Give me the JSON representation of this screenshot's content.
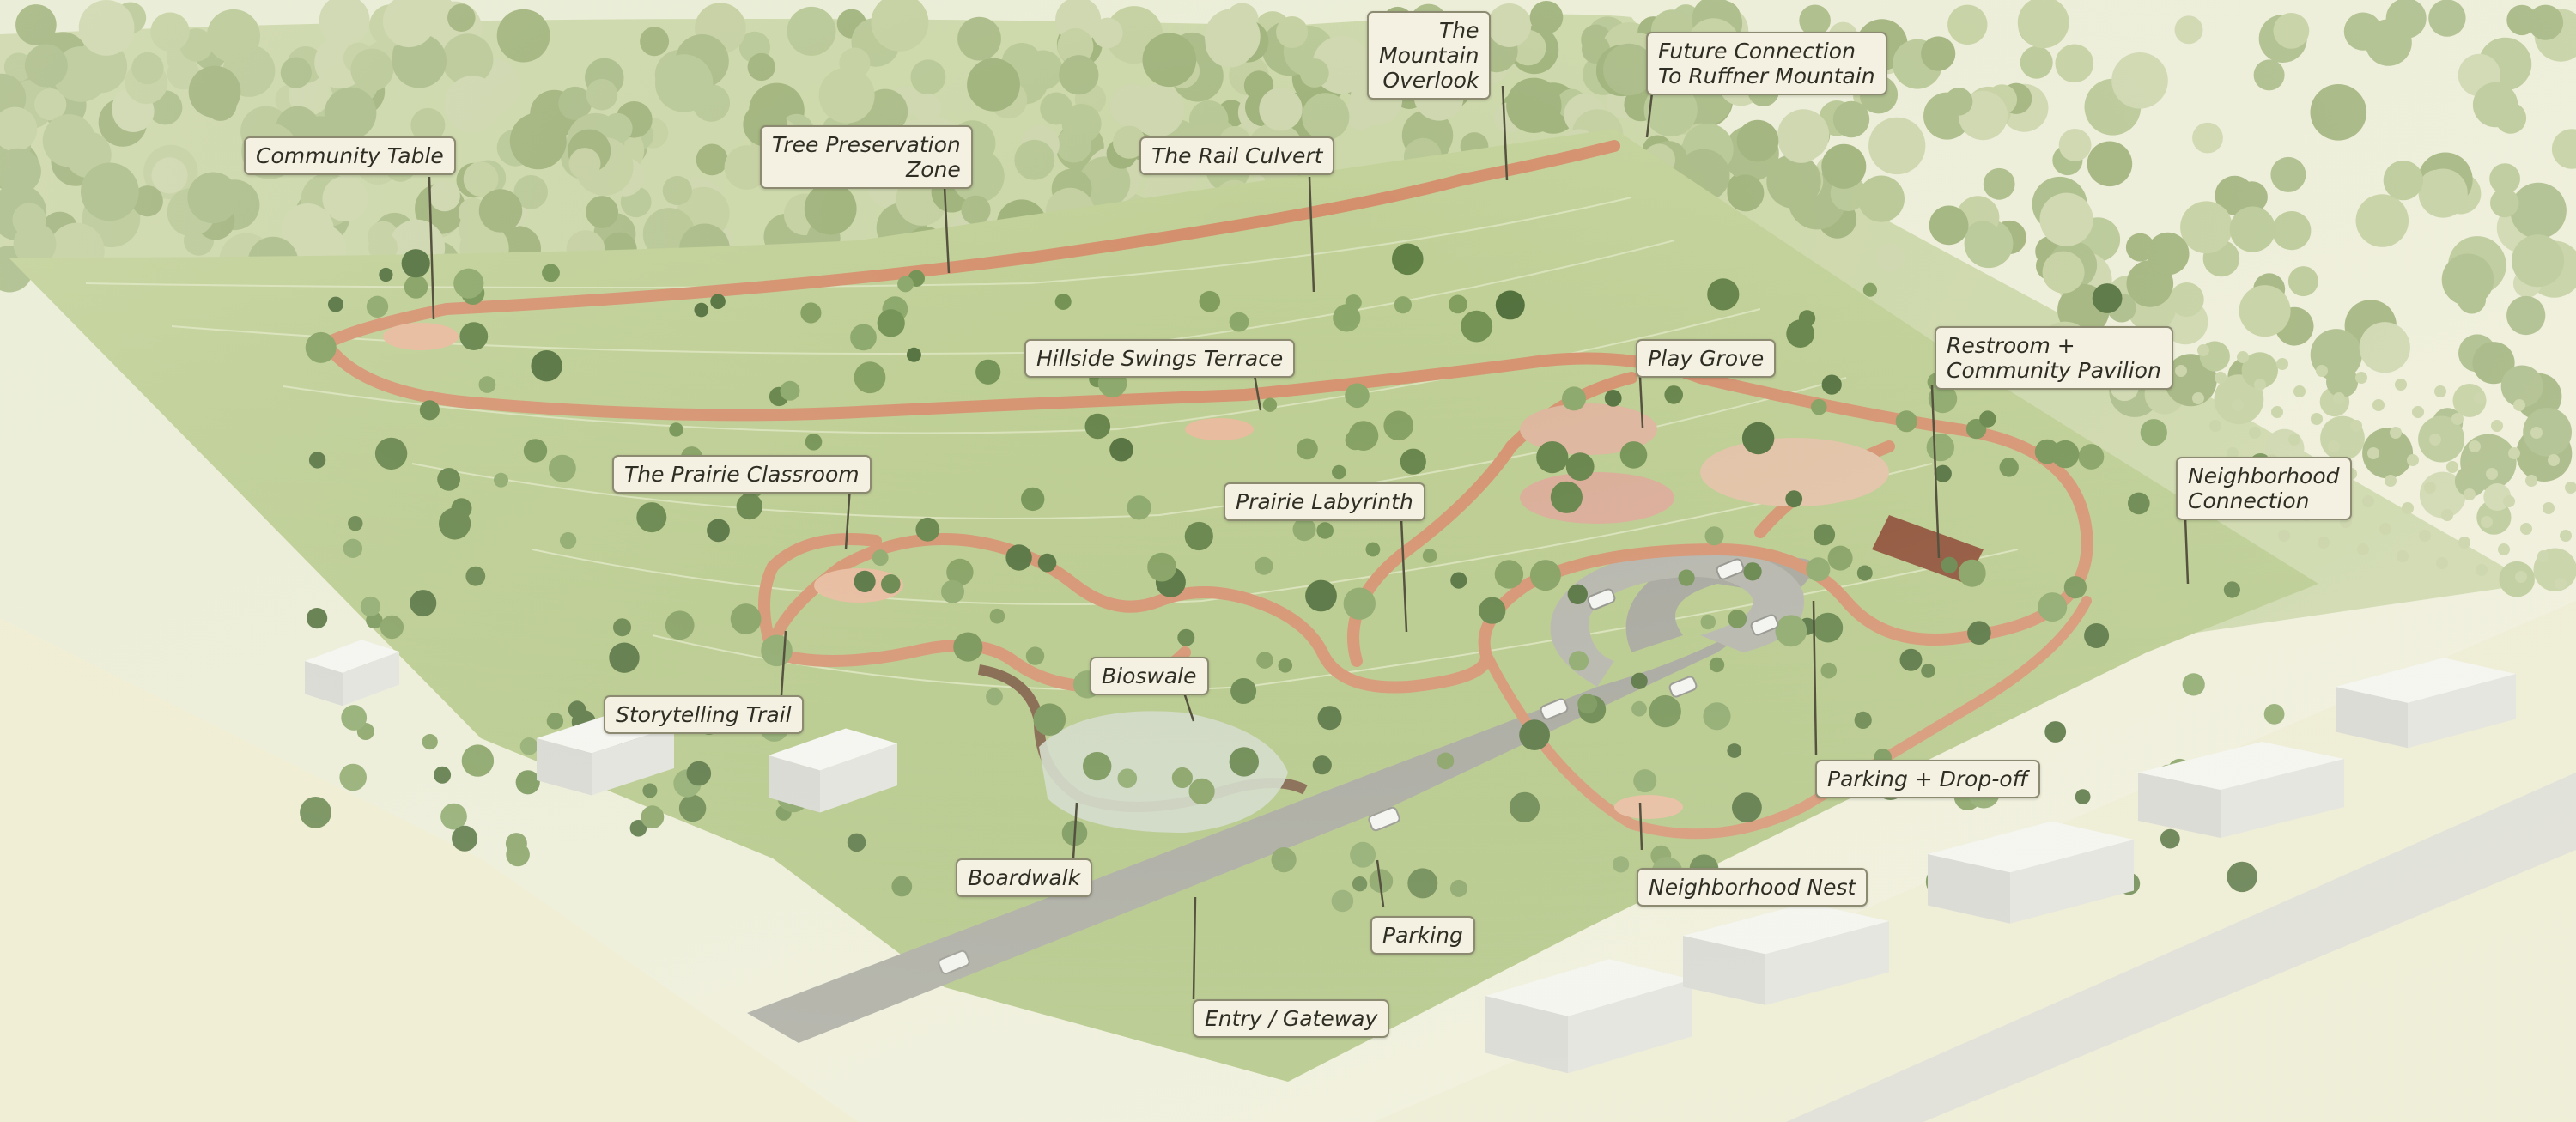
{
  "labels": {
    "community_table": "Community Table",
    "tree_preservation_zone_line1": "Tree Preservation",
    "tree_preservation_zone_line2": "Zone",
    "rail_culvert": "The Rail Culvert",
    "mountain_overlook_line1": "The",
    "mountain_overlook_line2": "Mountain",
    "mountain_overlook_line3": "Overlook",
    "future_connection_line1": "Future Connection",
    "future_connection_line2": "To Ruffner Mountain",
    "hillside_swings_terrace": "Hillside Swings Terrace",
    "play_grove": "Play Grove",
    "restroom_pavilion_line1": "Restroom +",
    "restroom_pavilion_line2": "Community Pavilion",
    "prairie_classroom": "The Prairie Classroom",
    "prairie_labyrinth": "Prairie Labyrinth",
    "neighborhood_connection_line1": "Neighborhood",
    "neighborhood_connection_line2": "Connection",
    "bioswale": "Bioswale",
    "storytelling_trail": "Storytelling Trail",
    "parking_dropoff": "Parking + Drop-off",
    "boardwalk": "Boardwalk",
    "neighborhood_nest": "Neighborhood Nest",
    "parking": "Parking",
    "entry_gateway": "Entry / Gateway"
  },
  "colors": {
    "background": "#eef0dc",
    "lawn": "#b9c98a",
    "trail": "#d59272",
    "road": "#9c9c94",
    "tree": "#6f8f4f",
    "building": "#e4e4e0",
    "pavilion": "#8a4a30",
    "callout_fill": "#f4f1e2",
    "callout_border": "#8d8a72"
  }
}
